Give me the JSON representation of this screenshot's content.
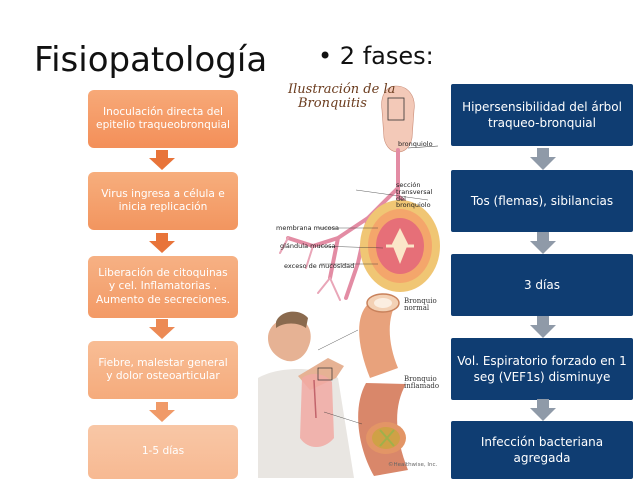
{
  "slide": {
    "title": "Fisiopatología",
    "bullet": "2 fases:"
  },
  "left_flow": [
    "Inoculación directa del epitelio traqueobronquial",
    "Virus ingresa a célula e inicia replicación",
    "Liberación de citoquinas y cel. Inflamatorias . Aumento de secreciones.",
    "Fiebre, malestar general y dolor osteoarticular",
    "1-5 días"
  ],
  "right_flow": [
    "Hipersensibilidad del árbol traqueo-bronquial",
    "Tos (flemas), sibilancias",
    "3 días",
    "Vol. Espiratorio forzado en 1 seg (VEF1s) disminuye",
    "Infección bacteriana agregada"
  ],
  "illustration": {
    "title_line1": "Ilustración de la",
    "title_line2": "Bronquitis",
    "labels": {
      "bronquiolo": "bronquiolo",
      "seccion1": "sección",
      "seccion2": "transversal",
      "seccion3": "del",
      "seccion4": "bronquiolo",
      "membrana": "membrana mucosa",
      "glandula": "glándula mucosa",
      "exceso": "exceso de mucosidad",
      "normal1": "Bronquio",
      "normal2": "normal",
      "inflamado1": "Bronquio",
      "inflamado2": "inflamado",
      "credit": "©Healthwise, Inc."
    }
  },
  "colors": {
    "orange": "#f38f59",
    "blue": "#0f3d72",
    "arrow_orange": "#e8743a",
    "arrow_gray": "#8f9aa8"
  }
}
